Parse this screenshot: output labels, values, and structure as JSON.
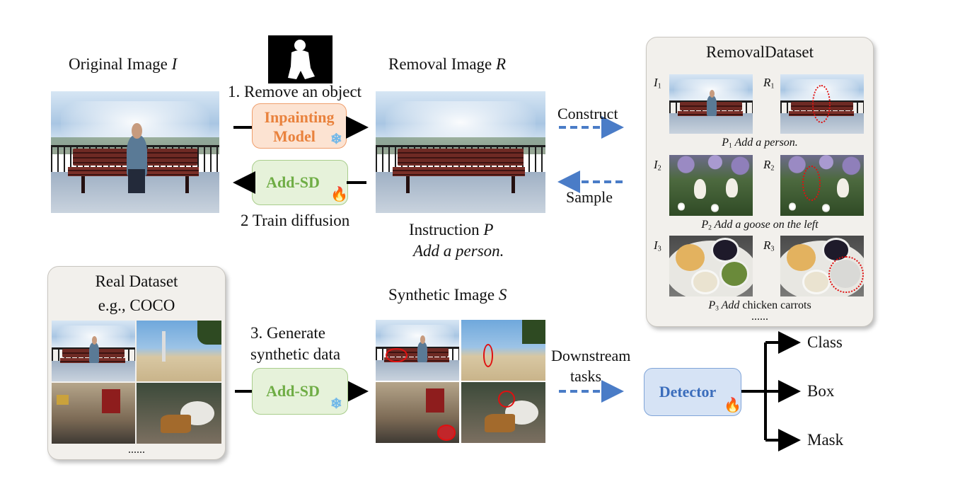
{
  "original": {
    "title": "Original Image ",
    "symbol": "I"
  },
  "removal": {
    "title": "Removal Image ",
    "symbol": "R"
  },
  "step1": "1. Remove an object",
  "inpainting": {
    "line1": "Inpainting",
    "line2": "Model"
  },
  "addsd_train": "Add-SD",
  "step2": "2 Train diffusion",
  "instruction": {
    "title": "Instruction ",
    "symbol": "P",
    "text": "Add a person."
  },
  "construct": "Construct",
  "sample": "Sample",
  "removal_dataset": {
    "title": "RemovalDataset",
    "rows": [
      {
        "i": "I",
        "r": "R",
        "idx": "1",
        "caption_p": "P",
        "caption_rest": " Add a person.",
        "caption_extra": ""
      },
      {
        "i": "I",
        "r": "R",
        "idx": "2",
        "caption_p": "P",
        "caption_rest": " Add a goose on the left",
        "caption_extra": ""
      },
      {
        "i": "I",
        "r": "R",
        "idx": "3",
        "caption_p": "P",
        "caption_rest": " Add",
        "caption_extra": " chicken carrots"
      }
    ],
    "ellipsis": "......"
  },
  "real_dataset": {
    "line1": "Real Dataset",
    "line2": "e.g., COCO",
    "ellipsis": "......"
  },
  "step3": {
    "line1": "3. Generate",
    "line2": "synthetic data"
  },
  "addsd_gen": "Add-SD",
  "synthetic": {
    "title": "Synthetic Image ",
    "symbol": "S"
  },
  "downstream": {
    "line1": "Downstream",
    "line2": "tasks"
  },
  "detector": "Detector",
  "outputs": [
    "Class",
    "Box",
    "Mask"
  ],
  "icons": {
    "frozen": "snowflake-icon",
    "trainable": "fire-icon"
  },
  "colors": {
    "inpainting": "#e9823d",
    "addsd": "#6fad45",
    "detector": "#3b6dbc",
    "dashed_arrow": "#4a7cc7",
    "highlight": "#e01010"
  }
}
